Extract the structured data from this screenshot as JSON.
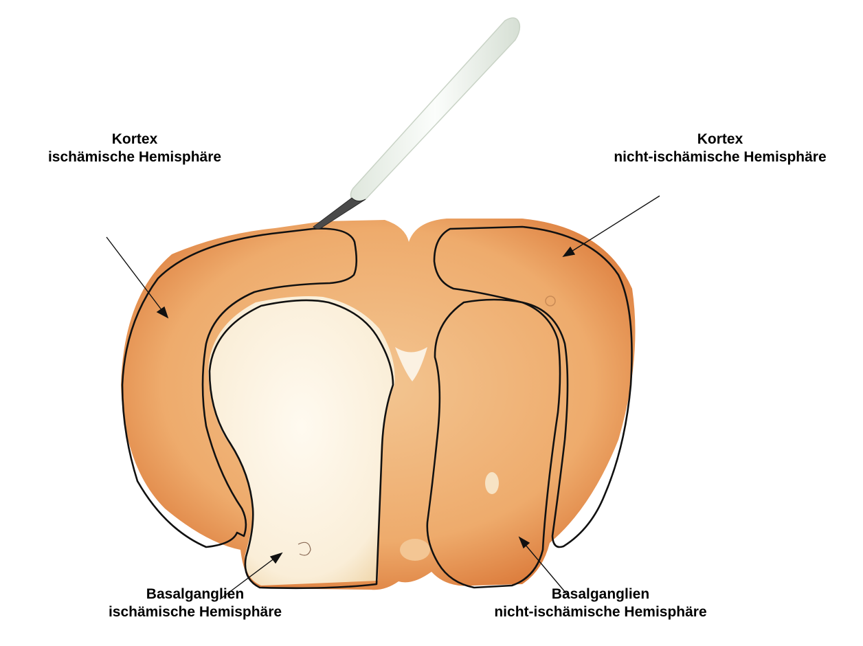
{
  "labels": {
    "cortex_ischemic": {
      "line1": "Kortex",
      "line2": "ischämische Hemisphäre"
    },
    "cortex_nonischemic": {
      "line1": "Kortex",
      "line2": "nicht-ischämische Hemisphäre"
    },
    "basal_ischemic": {
      "line1": "Basalganglien",
      "line2": "ischämische Hemisphäre"
    },
    "basal_nonischemic": {
      "line1": "Basalganglien",
      "line2": "nicht-ischämische Hemisphäre"
    }
  },
  "colors": {
    "tissue_outer": "#e8a25e",
    "tissue_edge": "#d97a3a",
    "tissue_core": "#f2c08a",
    "infarct_pale": "#fbf3e2",
    "outline": "#111111",
    "scalpel_handle": "#eef3ec",
    "scalpel_blade": "#4a4a4a"
  }
}
